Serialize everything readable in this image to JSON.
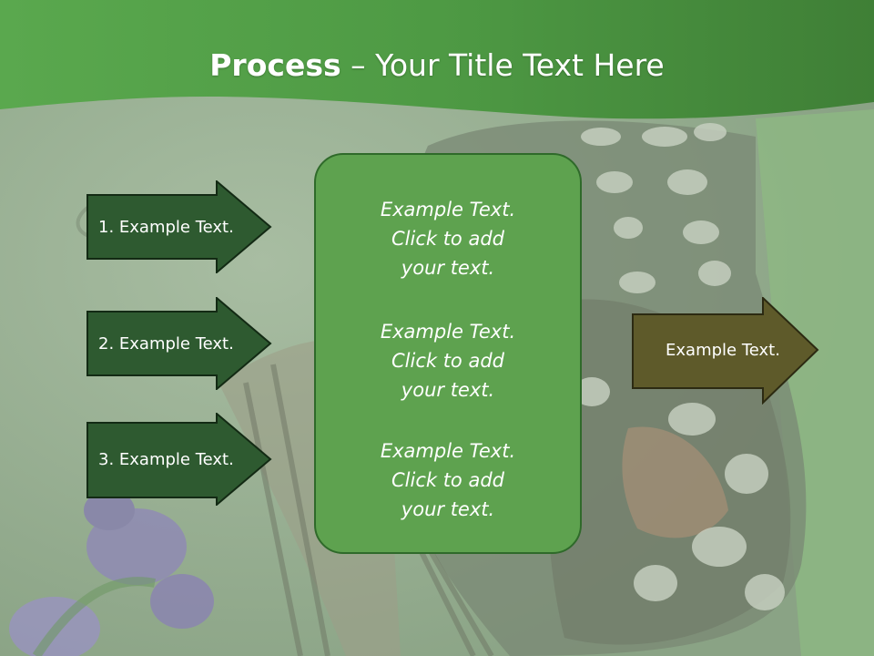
{
  "slide": {
    "title_bold": "Process",
    "title_rest": " – Your Title Text Here"
  },
  "left_arrows": [
    {
      "label": "1. Example Text."
    },
    {
      "label": "2. Example Text."
    },
    {
      "label": "3. Example Text."
    }
  ],
  "center_box": {
    "paragraphs": [
      {
        "line1": "Example Text.",
        "line2": "Click  to add",
        "line3": "your text."
      },
      {
        "line1": "Example Text.",
        "line2": "Click  to add",
        "line3": "your text."
      },
      {
        "line1": "Example Text.",
        "line2": "Click  to add",
        "line3": "your text."
      }
    ]
  },
  "right_arrow": {
    "label": "Example Text."
  },
  "colors": {
    "header_green": "#4e9a44",
    "left_arrow_fill": "#2e5a30",
    "center_box_fill": "#5ea24f",
    "right_arrow_fill": "#5e5a2a"
  }
}
